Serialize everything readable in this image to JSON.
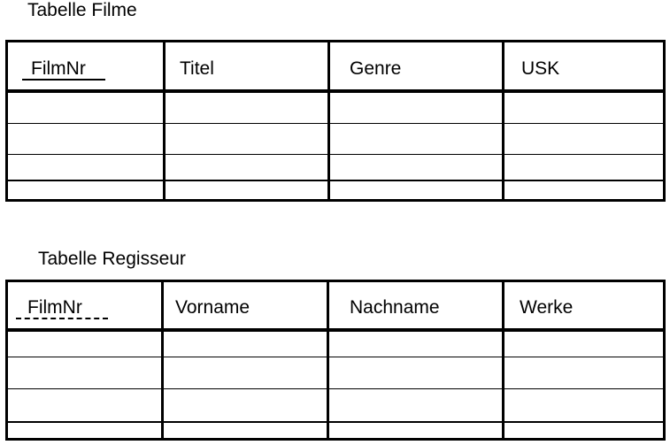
{
  "filme": {
    "caption": "Tabelle Filme",
    "headers": [
      "FilmNr",
      "Titel",
      "Genre",
      "USK"
    ],
    "rows": [
      [
        "",
        "",
        "",
        ""
      ],
      [
        "",
        "",
        "",
        ""
      ],
      [
        "",
        "",
        "",
        ""
      ],
      [
        "",
        "",
        "",
        ""
      ]
    ]
  },
  "regisseur": {
    "caption": "Tabelle Regisseur",
    "headers": [
      "FilmNr",
      "Vorname",
      "Nachname",
      "Werke"
    ],
    "rows": [
      [
        "",
        "",
        "",
        ""
      ],
      [
        "",
        "",
        "",
        ""
      ],
      [
        "",
        "",
        "",
        ""
      ],
      [
        "",
        "",
        "",
        ""
      ]
    ]
  }
}
